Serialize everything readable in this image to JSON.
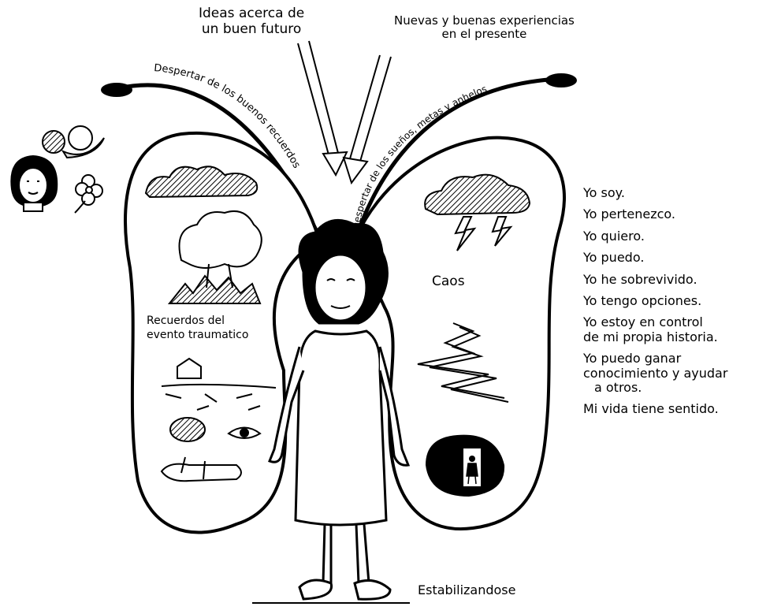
{
  "top_labels": {
    "ideas_line1": "Ideas acerca de",
    "ideas_line2": "un buen futuro",
    "nuevas_line1": "Nuevas y buenas experiencias",
    "nuevas_line2": "en el presente"
  },
  "antenna_labels": {
    "left": "Despertar de los buenos recuerdos",
    "right": "Despertar de los sueños, metas y anhelos"
  },
  "wing_labels": {
    "caos": "Caos",
    "recuerdos_line1": "Recuerdos del",
    "recuerdos_line2": "evento traumatico"
  },
  "bottom_label": "Estabilizandose",
  "affirmations": [
    "Yo soy.",
    "Yo pertenezco.",
    "Yo quiero.",
    "Yo puedo.",
    "Yo he sobrevivido.",
    "Yo tengo opciones.",
    "Yo estoy en control",
    "de mi propia historia.",
    "Yo puedo ganar",
    "conocimiento y ayudar",
    "a otros.",
    "Mi vida tiene sentido."
  ],
  "icons": [
    "fruit-bowl-icon",
    "girl-face-icon",
    "flower-icon",
    "storm-cloud-icon",
    "lightning-icon",
    "mushroom-explosion-icon",
    "house-ruins-icon",
    "bomb-icon",
    "eye-icon",
    "fallen-figure-icon",
    "earthquake-crack-icon",
    "door-figure-icon",
    "sandals-icon"
  ]
}
